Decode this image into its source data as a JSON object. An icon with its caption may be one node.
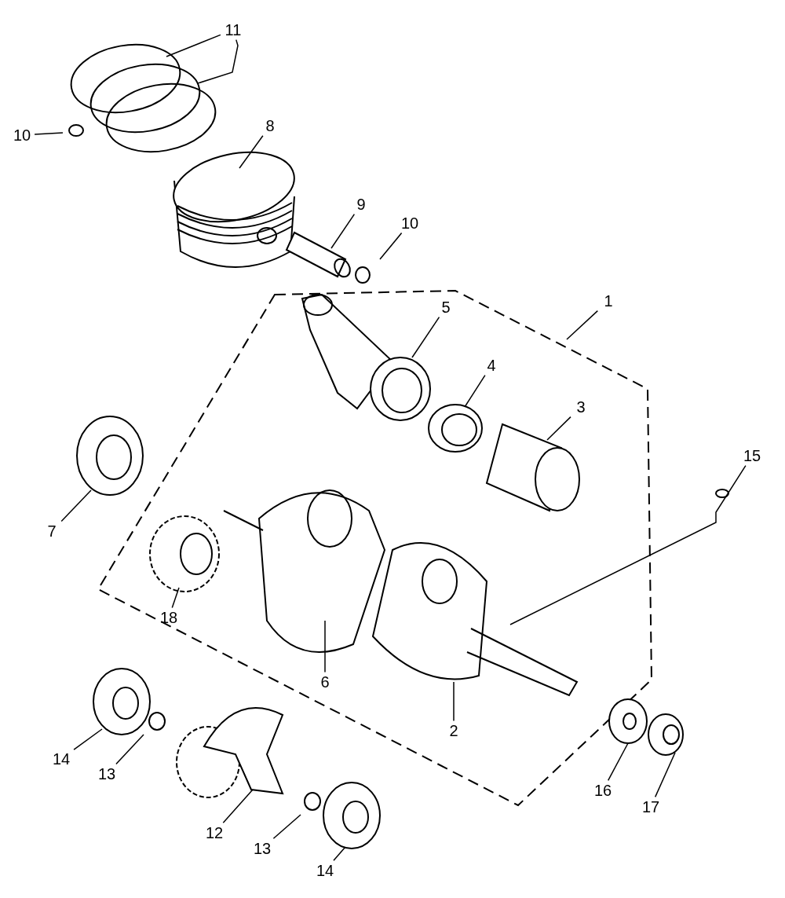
{
  "diagram": {
    "nodes": [
      {
        "text": [
          "11"
        ]
      },
      {
        "text": [
          "10"
        ]
      },
      {
        "text": [
          "8"
        ]
      },
      {
        "text": [
          "9"
        ]
      },
      {
        "text": [
          "10"
        ]
      },
      {
        "text": [
          "1"
        ]
      },
      {
        "text": [
          "5"
        ]
      },
      {
        "text": [
          "4"
        ]
      },
      {
        "text": [
          "3"
        ]
      },
      {
        "text": [
          "15"
        ]
      },
      {
        "text": [
          "7"
        ]
      },
      {
        "text": [
          "18"
        ]
      },
      {
        "text": [
          "6"
        ]
      },
      {
        "text": [
          "2"
        ]
      },
      {
        "text": [
          "14"
        ]
      },
      {
        "text": [
          "13"
        ]
      },
      {
        "text": [
          "16"
        ]
      },
      {
        "text": [
          "17"
        ]
      },
      {
        "text": [
          "12"
        ]
      },
      {
        "text": [
          "13"
        ]
      },
      {
        "text": [
          "14"
        ]
      }
    ],
    "edges": [
      {
        "from": 0,
        "to": null,
        "arrow": "none"
      },
      {
        "from": 0,
        "to": null,
        "arrow": "none"
      },
      {
        "from": 1,
        "to": null,
        "arrow": "none"
      },
      {
        "from": 2,
        "to": null,
        "arrow": "none"
      },
      {
        "from": 3,
        "to": null,
        "arrow": "none"
      },
      {
        "from": 4,
        "to": null,
        "arrow": "none"
      },
      {
        "from": 5,
        "to": null,
        "arrow": "none"
      },
      {
        "from": 6,
        "to": null,
        "arrow": "none"
      },
      {
        "from": 7,
        "to": null,
        "arrow": "none"
      },
      {
        "from": 8,
        "to": null,
        "arrow": "none"
      },
      {
        "from": 9,
        "to": null,
        "arrow": "none"
      },
      {
        "from": 10,
        "to": null,
        "arrow": "none"
      },
      {
        "from": 11,
        "to": null,
        "arrow": "none"
      },
      {
        "from": 12,
        "to": null,
        "arrow": "none"
      },
      {
        "from": 13,
        "to": null,
        "arrow": "none"
      },
      {
        "from": 14,
        "to": null,
        "arrow": "none"
      },
      {
        "from": 15,
        "to": null,
        "arrow": "none"
      },
      {
        "from": 16,
        "to": null,
        "arrow": "none"
      },
      {
        "from": 17,
        "to": null,
        "arrow": "none"
      },
      {
        "from": 18,
        "to": null,
        "arrow": "none"
      },
      {
        "from": 19,
        "to": null,
        "arrow": "none"
      },
      {
        "from": 20,
        "to": null,
        "arrow": "none"
      }
    ]
  }
}
